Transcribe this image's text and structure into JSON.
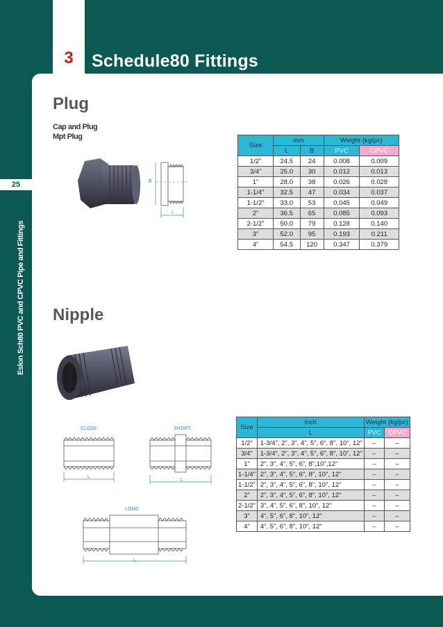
{
  "header": {
    "chapter_number": "3",
    "title": "Schedule80 Fittings"
  },
  "sidebar": {
    "page_number": "25",
    "vertical_text": "Eslon Sch80 PVC and CPVC Pipe and Fittings"
  },
  "plug": {
    "heading": "Plug",
    "subtitle_line1": "Cap and Plug",
    "subtitle_line2": "Mpt Plug",
    "drawing_labels": {
      "b": "B",
      "l": "L"
    },
    "table": {
      "head": {
        "size": "Size",
        "mm": "mm",
        "weight": "Weight (kg/pc)",
        "l": "L",
        "b": "B",
        "pvc": "PVC",
        "cpvc": "CPVC"
      },
      "rows": [
        {
          "size": "1/2”",
          "l": "24.5",
          "b": "24",
          "pvc": "0.008",
          "cpvc": "0.009"
        },
        {
          "size": "3/4”",
          "l": "25.0",
          "b": "30",
          "pvc": "0.012",
          "cpvc": "0.013"
        },
        {
          "size": "1”",
          "l": "28.0",
          "b": "38",
          "pvc": "0.026",
          "cpvc": "0.028"
        },
        {
          "size": "1-1/4”",
          "l": "32.5",
          "b": "47",
          "pvc": "0.034",
          "cpvc": "0.037"
        },
        {
          "size": "1-1/2”",
          "l": "33.0",
          "b": "53",
          "pvc": "0.045",
          "cpvc": "0.049"
        },
        {
          "size": "2”",
          "l": "36.5",
          "b": "65",
          "pvc": "0.085",
          "cpvc": "0.093"
        },
        {
          "size": "2-1/2”",
          "l": "50.0",
          "b": "79",
          "pvc": "0.128",
          "cpvc": "0.140"
        },
        {
          "size": "3”",
          "l": "52.0",
          "b": "95",
          "pvc": "0.193",
          "cpvc": "0.211"
        },
        {
          "size": "4”",
          "l": "54.5",
          "b": "120",
          "pvc": "0.347",
          "cpvc": "0.379"
        }
      ]
    }
  },
  "nipple": {
    "heading": "Nipple",
    "drawing_labels": {
      "close": "CLOSE",
      "short": "SHORT",
      "long": "LONG",
      "l": "L"
    },
    "table": {
      "head": {
        "size": "Size",
        "inch": "inch",
        "weight": "Weight (kg/pc)",
        "l": "L",
        "pvc": "PVC",
        "cpvc": "CPVC"
      },
      "rows": [
        {
          "size": "1/2”",
          "l": "1-3/4\", 2\", 3\", 4\", 5\", 6\", 8\", 10\", 12\"",
          "pvc": "–",
          "cpvc": "–"
        },
        {
          "size": "3/4”",
          "l": "1-3/4\", 2\", 3\", 4\", 5\", 6\", 8\", 10\", 12\"",
          "pvc": "–",
          "cpvc": "–"
        },
        {
          "size": "1”",
          "l": "2\", 3\", 4\", 5\", 6\", 8\",10\",12\"",
          "pvc": "–",
          "cpvc": "–"
        },
        {
          "size": "1-1/4”",
          "l": "2\", 3\", 4\", 5\", 6\", 8\", 10\", 12\"",
          "pvc": "–",
          "cpvc": "–"
        },
        {
          "size": "1-1/2”",
          "l": "2\", 3\", 4\", 5\", 6\", 8\", 10\", 12\"",
          "pvc": "–",
          "cpvc": "–"
        },
        {
          "size": "2”",
          "l": "2\", 3\", 4\", 5\", 6\", 8\", 10\", 12\"",
          "pvc": "–",
          "cpvc": "–"
        },
        {
          "size": "2-1/2”",
          "l": "3\", 4\", 5\", 6\", 8\", 10\", 12\"",
          "pvc": "–",
          "cpvc": "–"
        },
        {
          "size": "3”",
          "l": "4\", 5\", 6\", 8\", 10\", 12\"",
          "pvc": "–",
          "cpvc": "–"
        },
        {
          "size": "4”",
          "l": "4\", 5\", 6\", 8\", 10\", 12\"",
          "pvc": "–",
          "cpvc": "–"
        }
      ]
    }
  },
  "colors": {
    "brand_green": "#0c5852",
    "header_cyan": "#2bb7d6",
    "cpvc_pink": "#f3a9cb",
    "chapter_red": "#c81e1e"
  }
}
